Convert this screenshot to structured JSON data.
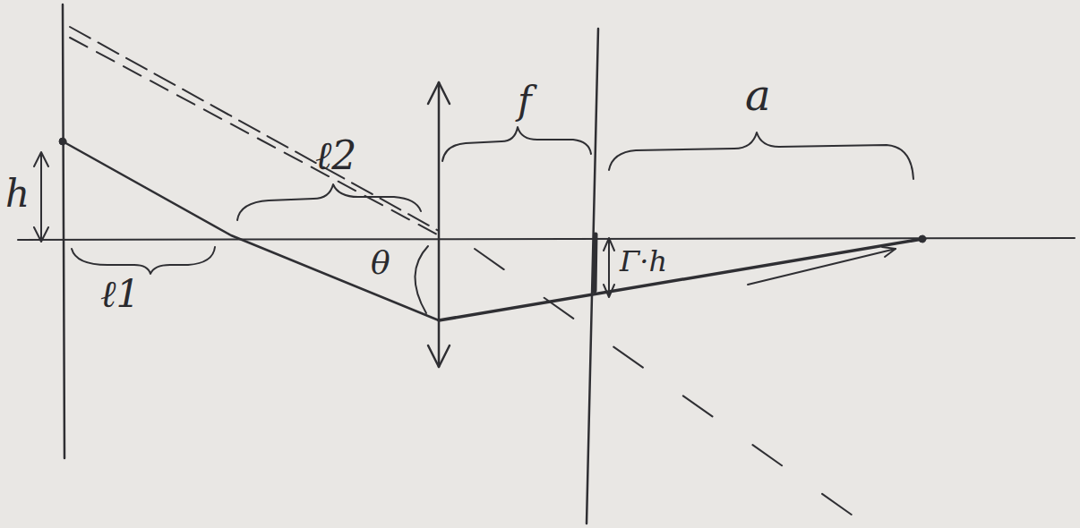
{
  "diagram": {
    "labels": [
      "h",
      "ℓ1",
      "ℓ2",
      "f",
      "a",
      "Γ·h",
      "θ"
    ]
  }
}
